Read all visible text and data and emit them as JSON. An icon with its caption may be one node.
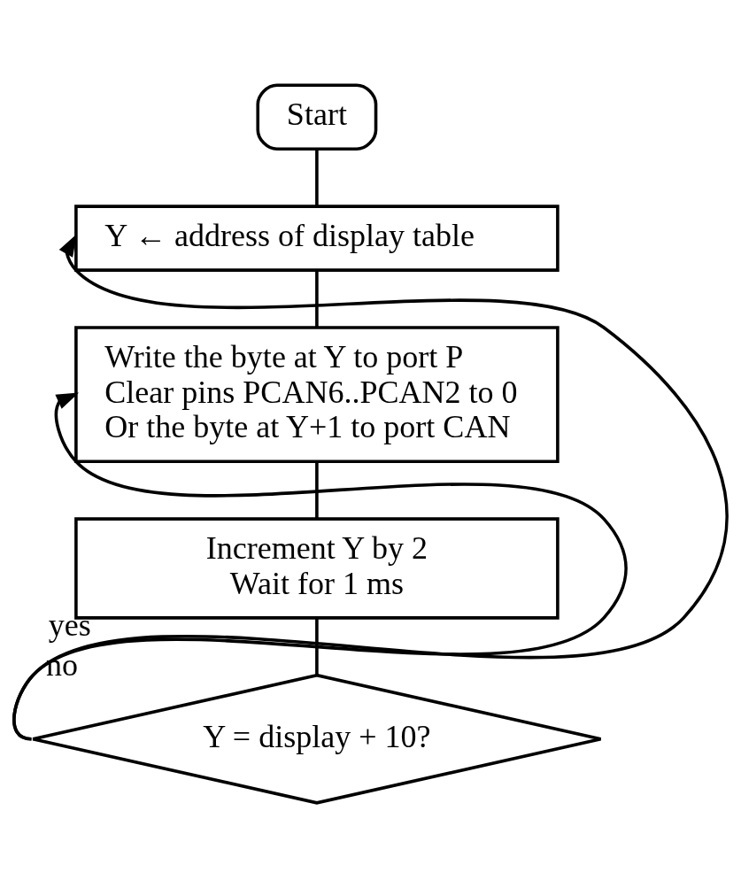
{
  "diagram": {
    "nodes": [
      {
        "text": [
          "Start"
        ]
      },
      {
        "text": [
          "Y ← address of display table"
        ]
      },
      {
        "text": [
          "Write the byte at Y to port P",
          "Clear pins PCAN6..PCAN2 to 0",
          "Or the byte at Y+1 to port CAN"
        ]
      },
      {
        "text": [
          "Increment Y by 2",
          "Wait for 1 ms"
        ]
      },
      {
        "text": [
          "Y = display + 10?"
        ]
      }
    ],
    "edges": [
      {
        "from": 0,
        "to": 1,
        "arrow": "none"
      },
      {
        "from": 1,
        "to": 2,
        "arrow": "none"
      },
      {
        "from": 2,
        "to": 3,
        "arrow": "none"
      },
      {
        "from": 3,
        "to": 4,
        "arrow": "none"
      },
      {
        "from": 4,
        "to": 2,
        "arrow": "to",
        "label": "no"
      },
      {
        "from": 4,
        "to": 1,
        "arrow": "to",
        "label": "yes"
      }
    ]
  }
}
